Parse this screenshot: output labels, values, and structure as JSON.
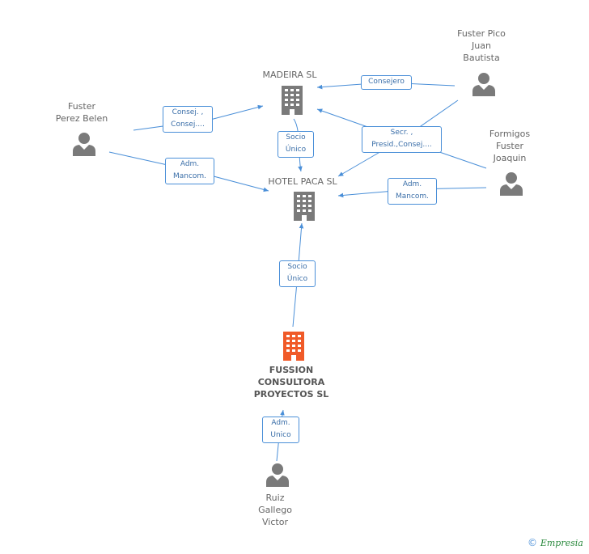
{
  "nodes": {
    "madeira": "MADEIRA SL",
    "hotel_paca": "HOTEL PACA SL",
    "fussion": "FUSSION\nCONSULTORA\nPROYECTOS SL",
    "fuster_perez": "Fuster\nPerez Belen",
    "fuster_pico": "Fuster Pico\nJuan\nBautista",
    "formigos": "Formigos\nFuster\nJoaquin",
    "ruiz": "Ruiz\nGallego\nVictor"
  },
  "edges": {
    "consejero": "Consejero",
    "consej": "Consej. ,\nConsej....",
    "socio_unico_1": "Socio\nÚnico",
    "secr": "Secr. ,\nPresid.,Consej....",
    "adm_mancom_1": "Adm.\nMancom.",
    "adm_mancom_2": "Adm.\nMancom.",
    "socio_unico_2": "Socio\nÚnico",
    "adm_unico": "Adm.\nUnico"
  },
  "colors": {
    "line": "#4a8fd8",
    "building_gray": "#7a7a7a",
    "building_main": "#f05a28",
    "person": "#7a7a7a"
  },
  "footer": {
    "copyright": "©",
    "brand": "Empresia"
  }
}
